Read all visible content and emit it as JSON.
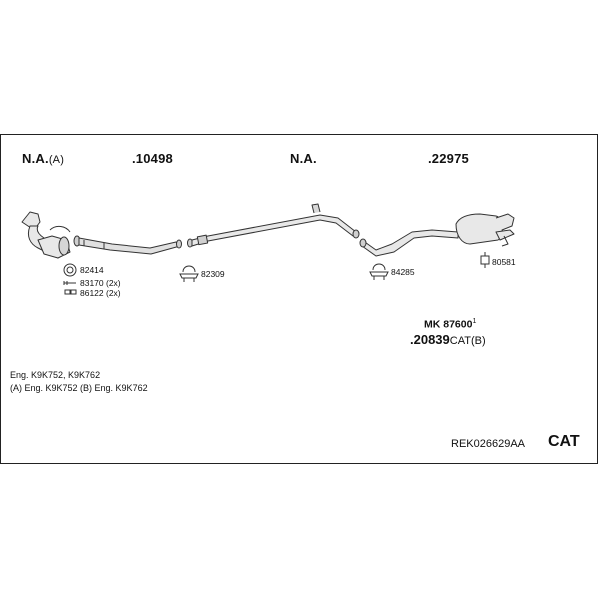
{
  "header": {
    "na_a": "N.A.",
    "na_a_suffix": "(A)",
    "part1": ".10498",
    "na2": "N.A.",
    "part2": ".22975"
  },
  "parts": {
    "p82414": "82414",
    "p83170": "83170 (2x)",
    "p86122": "86122 (2x)",
    "p82309": "82309",
    "p84285": "84285",
    "p80581": "80581"
  },
  "kit": {
    "mk": "MK 87600",
    "mk_sup": "1",
    "cat_part": ".20839",
    "cat_suffix": "CAT(B)"
  },
  "notes": {
    "line1": "Eng. K9K752, K9K762",
    "line2": "(A) Eng. K9K752 (B) Eng. K9K762"
  },
  "footer": {
    "ref": "REK026629AA",
    "cat": "CAT"
  },
  "colors": {
    "stroke": "#333333",
    "fill": "#e6e6e6",
    "text": "#111111"
  }
}
